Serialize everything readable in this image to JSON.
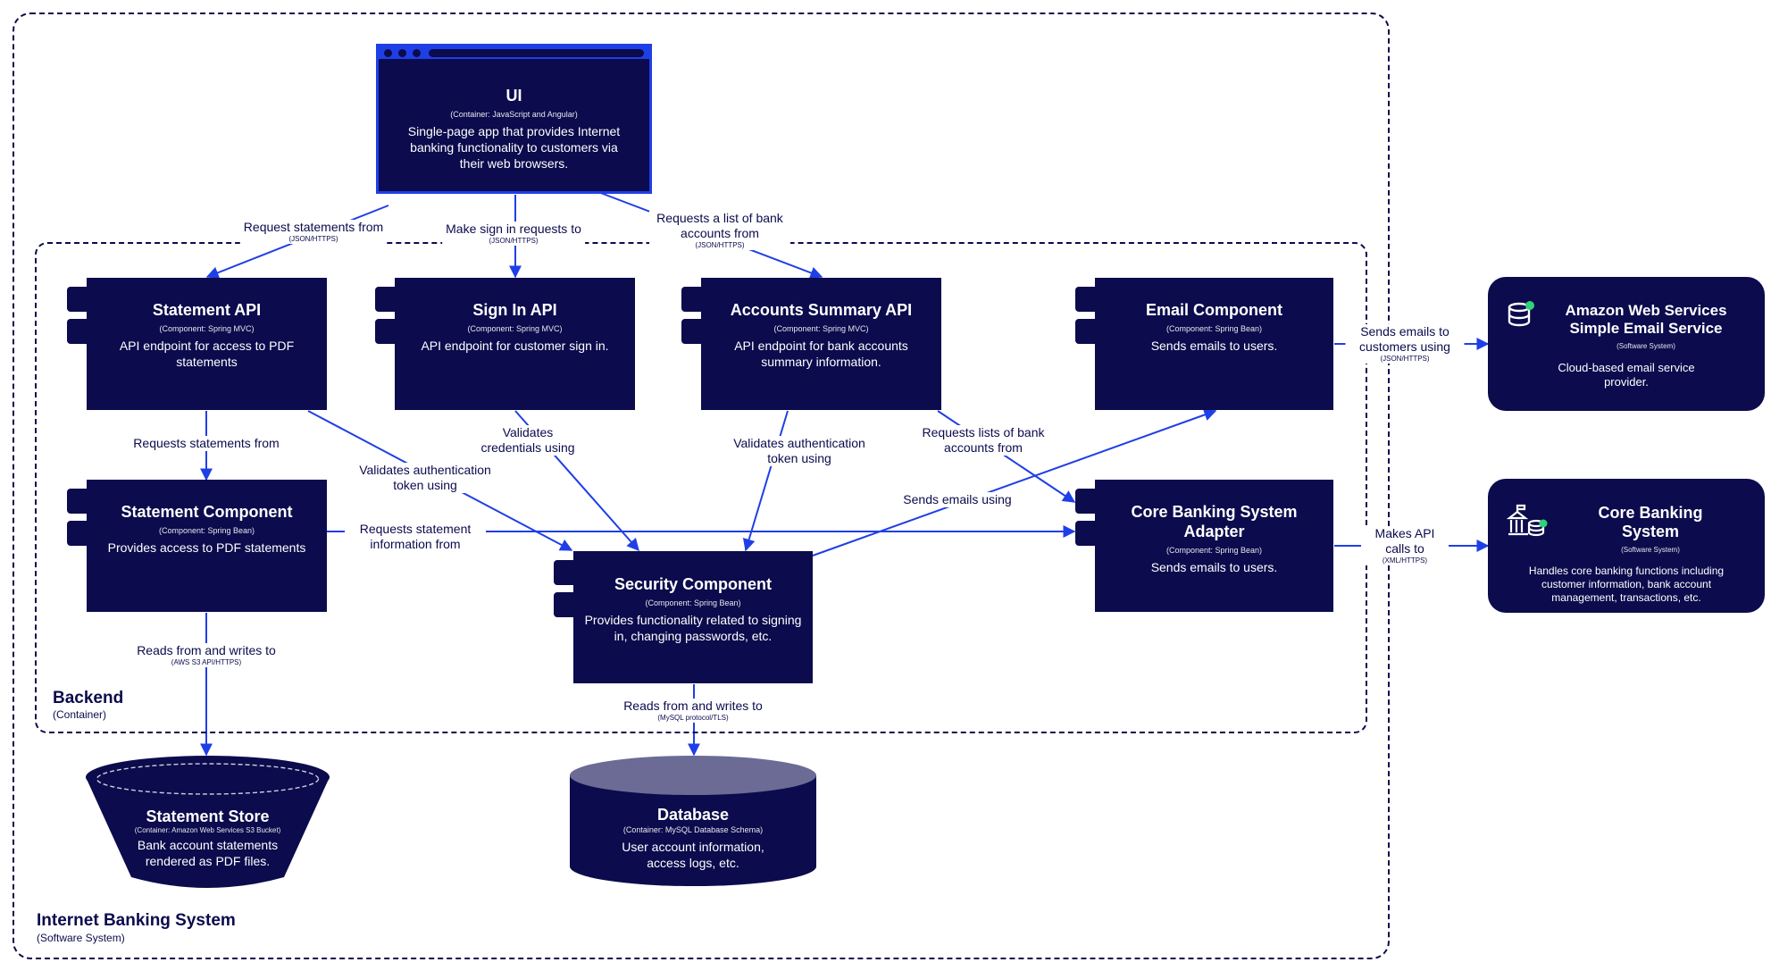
{
  "diagram": {
    "colors": {
      "primary": "#0b0b4d",
      "connector": "#1f3fe6",
      "database_top": "#6b6b96",
      "badge": "#2fd27a"
    },
    "system_boundary": {
      "title": "Internet Banking System",
      "subtitle": "(Software System)"
    },
    "backend_boundary": {
      "title": "Backend",
      "subtitle": "(Container)"
    },
    "ui": {
      "name": "UI",
      "tech": "(Container: JavaScript and Angular)",
      "desc": "Single-page app that provides Internet banking functionality to customers via their web browsers."
    },
    "components": {
      "statement_api": {
        "name": "Statement API",
        "tech": "(Component: Spring MVC)",
        "desc": "API endpoint for access to PDF statements"
      },
      "sign_in_api": {
        "name": "Sign In API",
        "tech": "(Component: Spring MVC)",
        "desc": "API endpoint for customer sign in."
      },
      "accounts_summary_api": {
        "name": "Accounts Summary API",
        "tech": "(Component: Spring MVC)",
        "desc": "API endpoint for bank accounts summary information."
      },
      "email_component": {
        "name": "Email Component",
        "tech": "(Component: Spring Bean)",
        "desc": "Sends emails to users."
      },
      "statement_component": {
        "name": "Statement Component",
        "tech": "(Component: Spring Bean)",
        "desc": "Provides access to PDF statements"
      },
      "core_banking_adapter": {
        "name": "Core Banking System Adapter",
        "tech": "(Component: Spring Bean)",
        "desc": "Sends emails to users."
      },
      "security_component": {
        "name": "Security Component",
        "tech": "(Component: Spring Bean)",
        "desc": "Provides functionality related to signing in, changing passwords, etc."
      }
    },
    "external": {
      "ses": {
        "name": "Amazon Web Services Simple Email Service",
        "tech": "(Software System)",
        "desc": "Cloud-based email service provider.",
        "icon": "database-stack-icon"
      },
      "core_banking": {
        "name": "Core Banking System",
        "tech": "(Software System)",
        "desc": "Handles core banking functions including customer information, bank account management, transactions, etc.",
        "icon": "bank-building-icon"
      }
    },
    "stores": {
      "statement_store": {
        "name": "Statement Store",
        "tech": "(Container: Amazon Web Services S3 Bucket)",
        "desc": "Bank account statements rendered as PDF files."
      },
      "database": {
        "name": "Database",
        "tech": "(Container: MySQL Database Schema)",
        "desc": "User account information, access logs, etc."
      }
    },
    "relationships": {
      "ui_statement": {
        "label": "Request statements from",
        "tech": "(JSON/HTTPS)"
      },
      "ui_signin": {
        "label": "Make sign in requests to",
        "tech": "(JSON/HTTPS)"
      },
      "ui_accounts": {
        "label": "Requests a list of bank accounts from",
        "tech": "(JSON/HTTPS)"
      },
      "statement_api_component": {
        "label": "Requests statements from",
        "tech": ""
      },
      "statement_api_security": {
        "label": "Validates authentication token using",
        "tech": ""
      },
      "signin_security": {
        "label": "Validates credentials using",
        "tech": ""
      },
      "accounts_security": {
        "label": "Validates authentication token using",
        "tech": ""
      },
      "accounts_core": {
        "label": "Requests lists of bank accounts from",
        "tech": ""
      },
      "security_email": {
        "label": "Sends emails using",
        "tech": ""
      },
      "statement_core": {
        "label": "Requests statement information from",
        "tech": ""
      },
      "email_ses": {
        "label": "Sends emails to customers using",
        "tech": "(JSON/HTTPS)"
      },
      "core_api": {
        "label": "Makes API calls to",
        "tech": "(XML/HTTPS)"
      },
      "statement_store": {
        "label": "Reads from and writes to",
        "tech": "(AWS S3 API/HTTPS)"
      },
      "security_db": {
        "label": "Reads from and writes to",
        "tech": "(MySQL protocol/TLS)"
      }
    }
  }
}
